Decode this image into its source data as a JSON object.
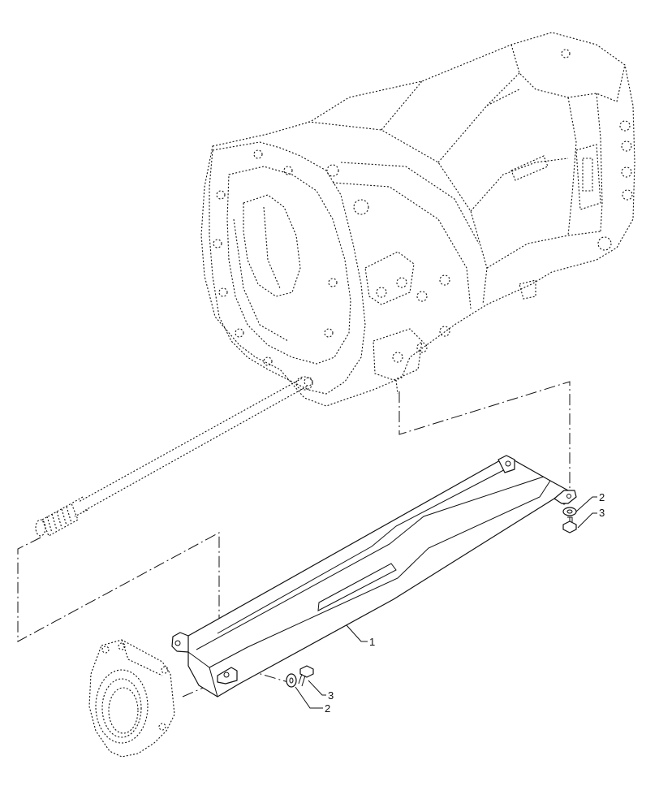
{
  "callouts": [
    {
      "id": "c1",
      "label": "1"
    },
    {
      "id": "c2a",
      "label": "2"
    },
    {
      "id": "c3a",
      "label": "3"
    },
    {
      "id": "c3b",
      "label": "3"
    },
    {
      "id": "c2b",
      "label": "2"
    }
  ]
}
